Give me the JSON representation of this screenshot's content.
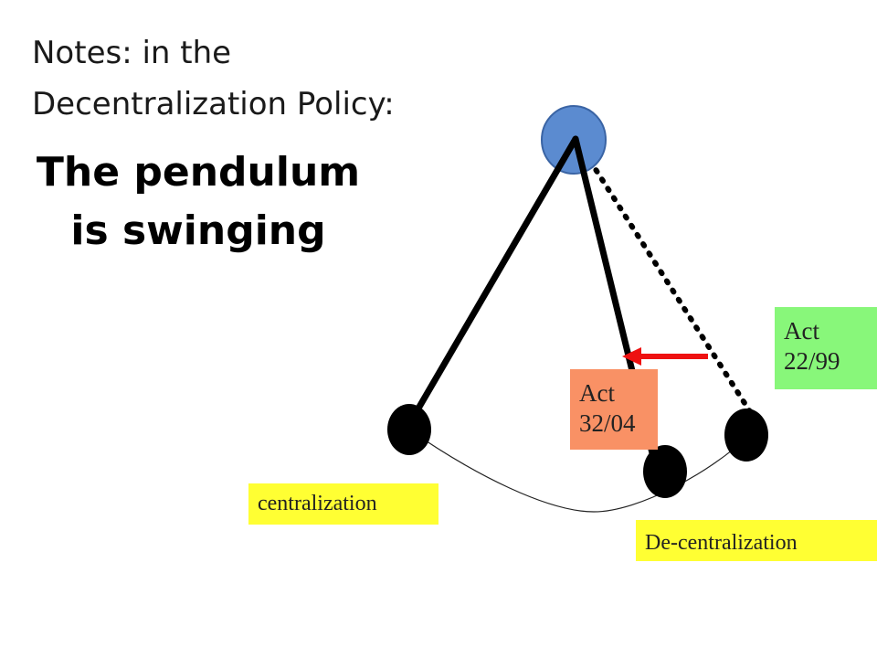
{
  "notes": {
    "line1": "Notes: in the",
    "line2": "Decentralization Policy:"
  },
  "headline": {
    "line1": "The pendulum",
    "line2": "is swinging"
  },
  "labels": {
    "act_old": [
      "Act",
      "22/99"
    ],
    "act_new": [
      "Act",
      "32/04"
    ],
    "centralization": "centralization",
    "decentralization": "De-centralization"
  },
  "colors": {
    "pivot": "#5b8bd0",
    "bob": "#000000",
    "shift_arrow": "#ee1111",
    "act_old_box": "#88f77a",
    "act_new_box": "#f99165",
    "label_box": "#ffff33"
  }
}
